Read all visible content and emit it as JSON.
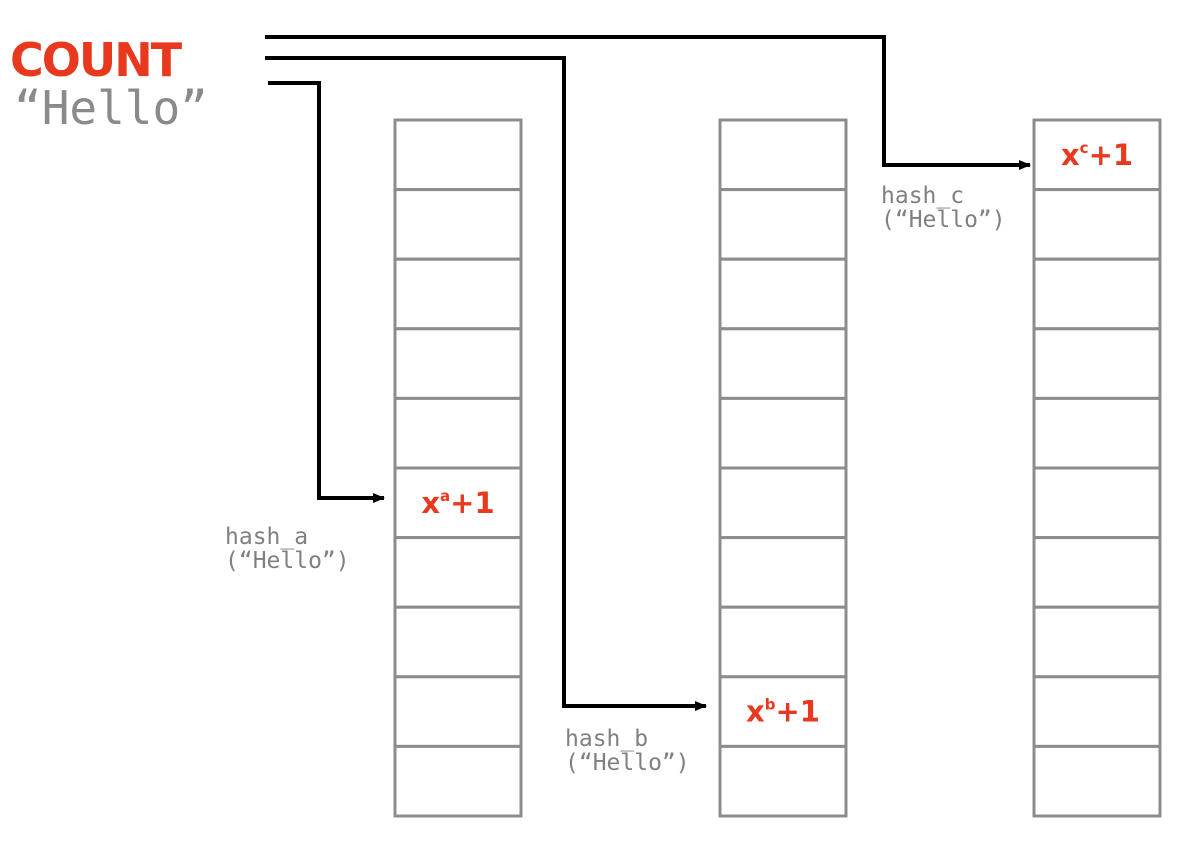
{
  "colors": {
    "accent_red": "#e8391e",
    "key_gray": "#8a8a8a",
    "cell_border": "#8c8c8c",
    "label_gray": "#808080",
    "line": "#000000"
  },
  "operation": {
    "title": "COUNT",
    "key": "“Hello”"
  },
  "counters": [
    {
      "id": "a",
      "cell_count": 10,
      "highlighted_cell": 5,
      "value_base": "x",
      "value_sup": "a",
      "value_suffix": "+1",
      "hash_label_line1": "hash_a",
      "hash_label_line2": "(“Hello”)"
    },
    {
      "id": "b",
      "cell_count": 10,
      "highlighted_cell": 8,
      "value_base": "x",
      "value_sup": "b",
      "value_suffix": "+1",
      "hash_label_line1": "hash_b",
      "hash_label_line2": "(“Hello”)"
    },
    {
      "id": "c",
      "cell_count": 10,
      "highlighted_cell": 0,
      "value_base": "x",
      "value_sup": "c",
      "value_suffix": "+1",
      "hash_label_line1": "hash_c",
      "hash_label_line2": "(“Hello”)"
    }
  ]
}
